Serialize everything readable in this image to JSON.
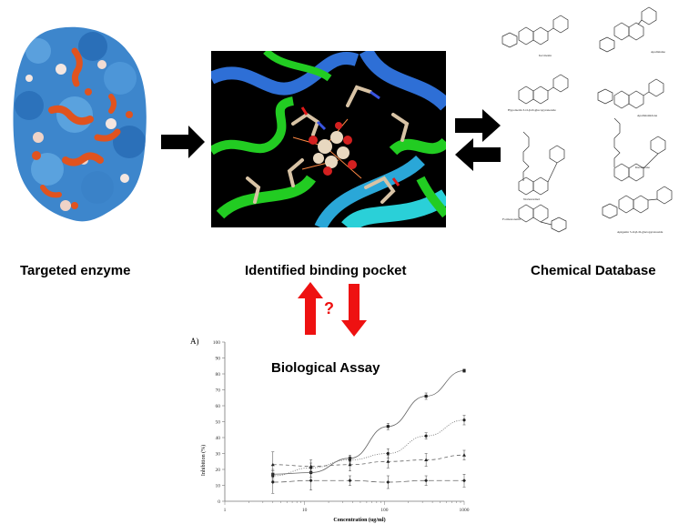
{
  "captions": {
    "enzyme": "Targeted enzyme",
    "pocket": "Identified binding pocket",
    "database": "Chemical Database",
    "assay": "Biological Assay",
    "question": "?"
  },
  "molecules": [
    "Isovitexin",
    "Apallaisine",
    "Hypolaetin 3-O-β-D-glucopyranoside",
    "Apallaisinidone",
    "Norkurarinol",
    "Kurarinone",
    "Formononetin",
    "Apigenin 5-O-β-D-glucopyranoside"
  ],
  "colors": {
    "arrow_black": "#000000",
    "arrow_red": "#ee1111",
    "protein_blue": "#2f7fc9",
    "protein_orange": "#e0531f",
    "ribbon_green": "#22cc22"
  },
  "chart_data": {
    "type": "line",
    "panel_label": "A)",
    "xlabel": "Concentration (ug/ml)",
    "ylabel": "Inhibition (%)",
    "xscale": "log",
    "xlim": [
      1,
      1000
    ],
    "ylim": [
      0,
      100
    ],
    "x_ticks": [
      "1",
      "10",
      "100",
      "1000"
    ],
    "y_ticks": [
      "0",
      "10",
      "20",
      "30",
      "40",
      "50",
      "60",
      "70",
      "80",
      "90",
      "100"
    ],
    "x": [
      4,
      12,
      37,
      111,
      333,
      1000
    ],
    "series": [
      {
        "values": [
          17,
          18,
          27,
          47,
          66,
          82
        ],
        "errors": [
          3,
          3,
          2,
          2,
          2,
          1
        ],
        "marker": "square",
        "dash": "solid"
      },
      {
        "values": [
          16,
          21,
          26,
          30,
          41,
          51
        ],
        "errors": [
          3,
          3,
          2,
          3,
          2,
          3
        ],
        "marker": "circle",
        "dash": "dotted"
      },
      {
        "values": [
          23,
          22,
          23,
          25,
          26,
          29
        ],
        "errors": [
          8,
          4,
          4,
          4,
          4,
          3
        ],
        "marker": "triangle",
        "dash": "dashed"
      },
      {
        "values": [
          12,
          13,
          13,
          12,
          13,
          13
        ],
        "errors": [
          7,
          6,
          3,
          4,
          3,
          4
        ],
        "marker": "diamond",
        "dash": "longdash"
      }
    ]
  }
}
